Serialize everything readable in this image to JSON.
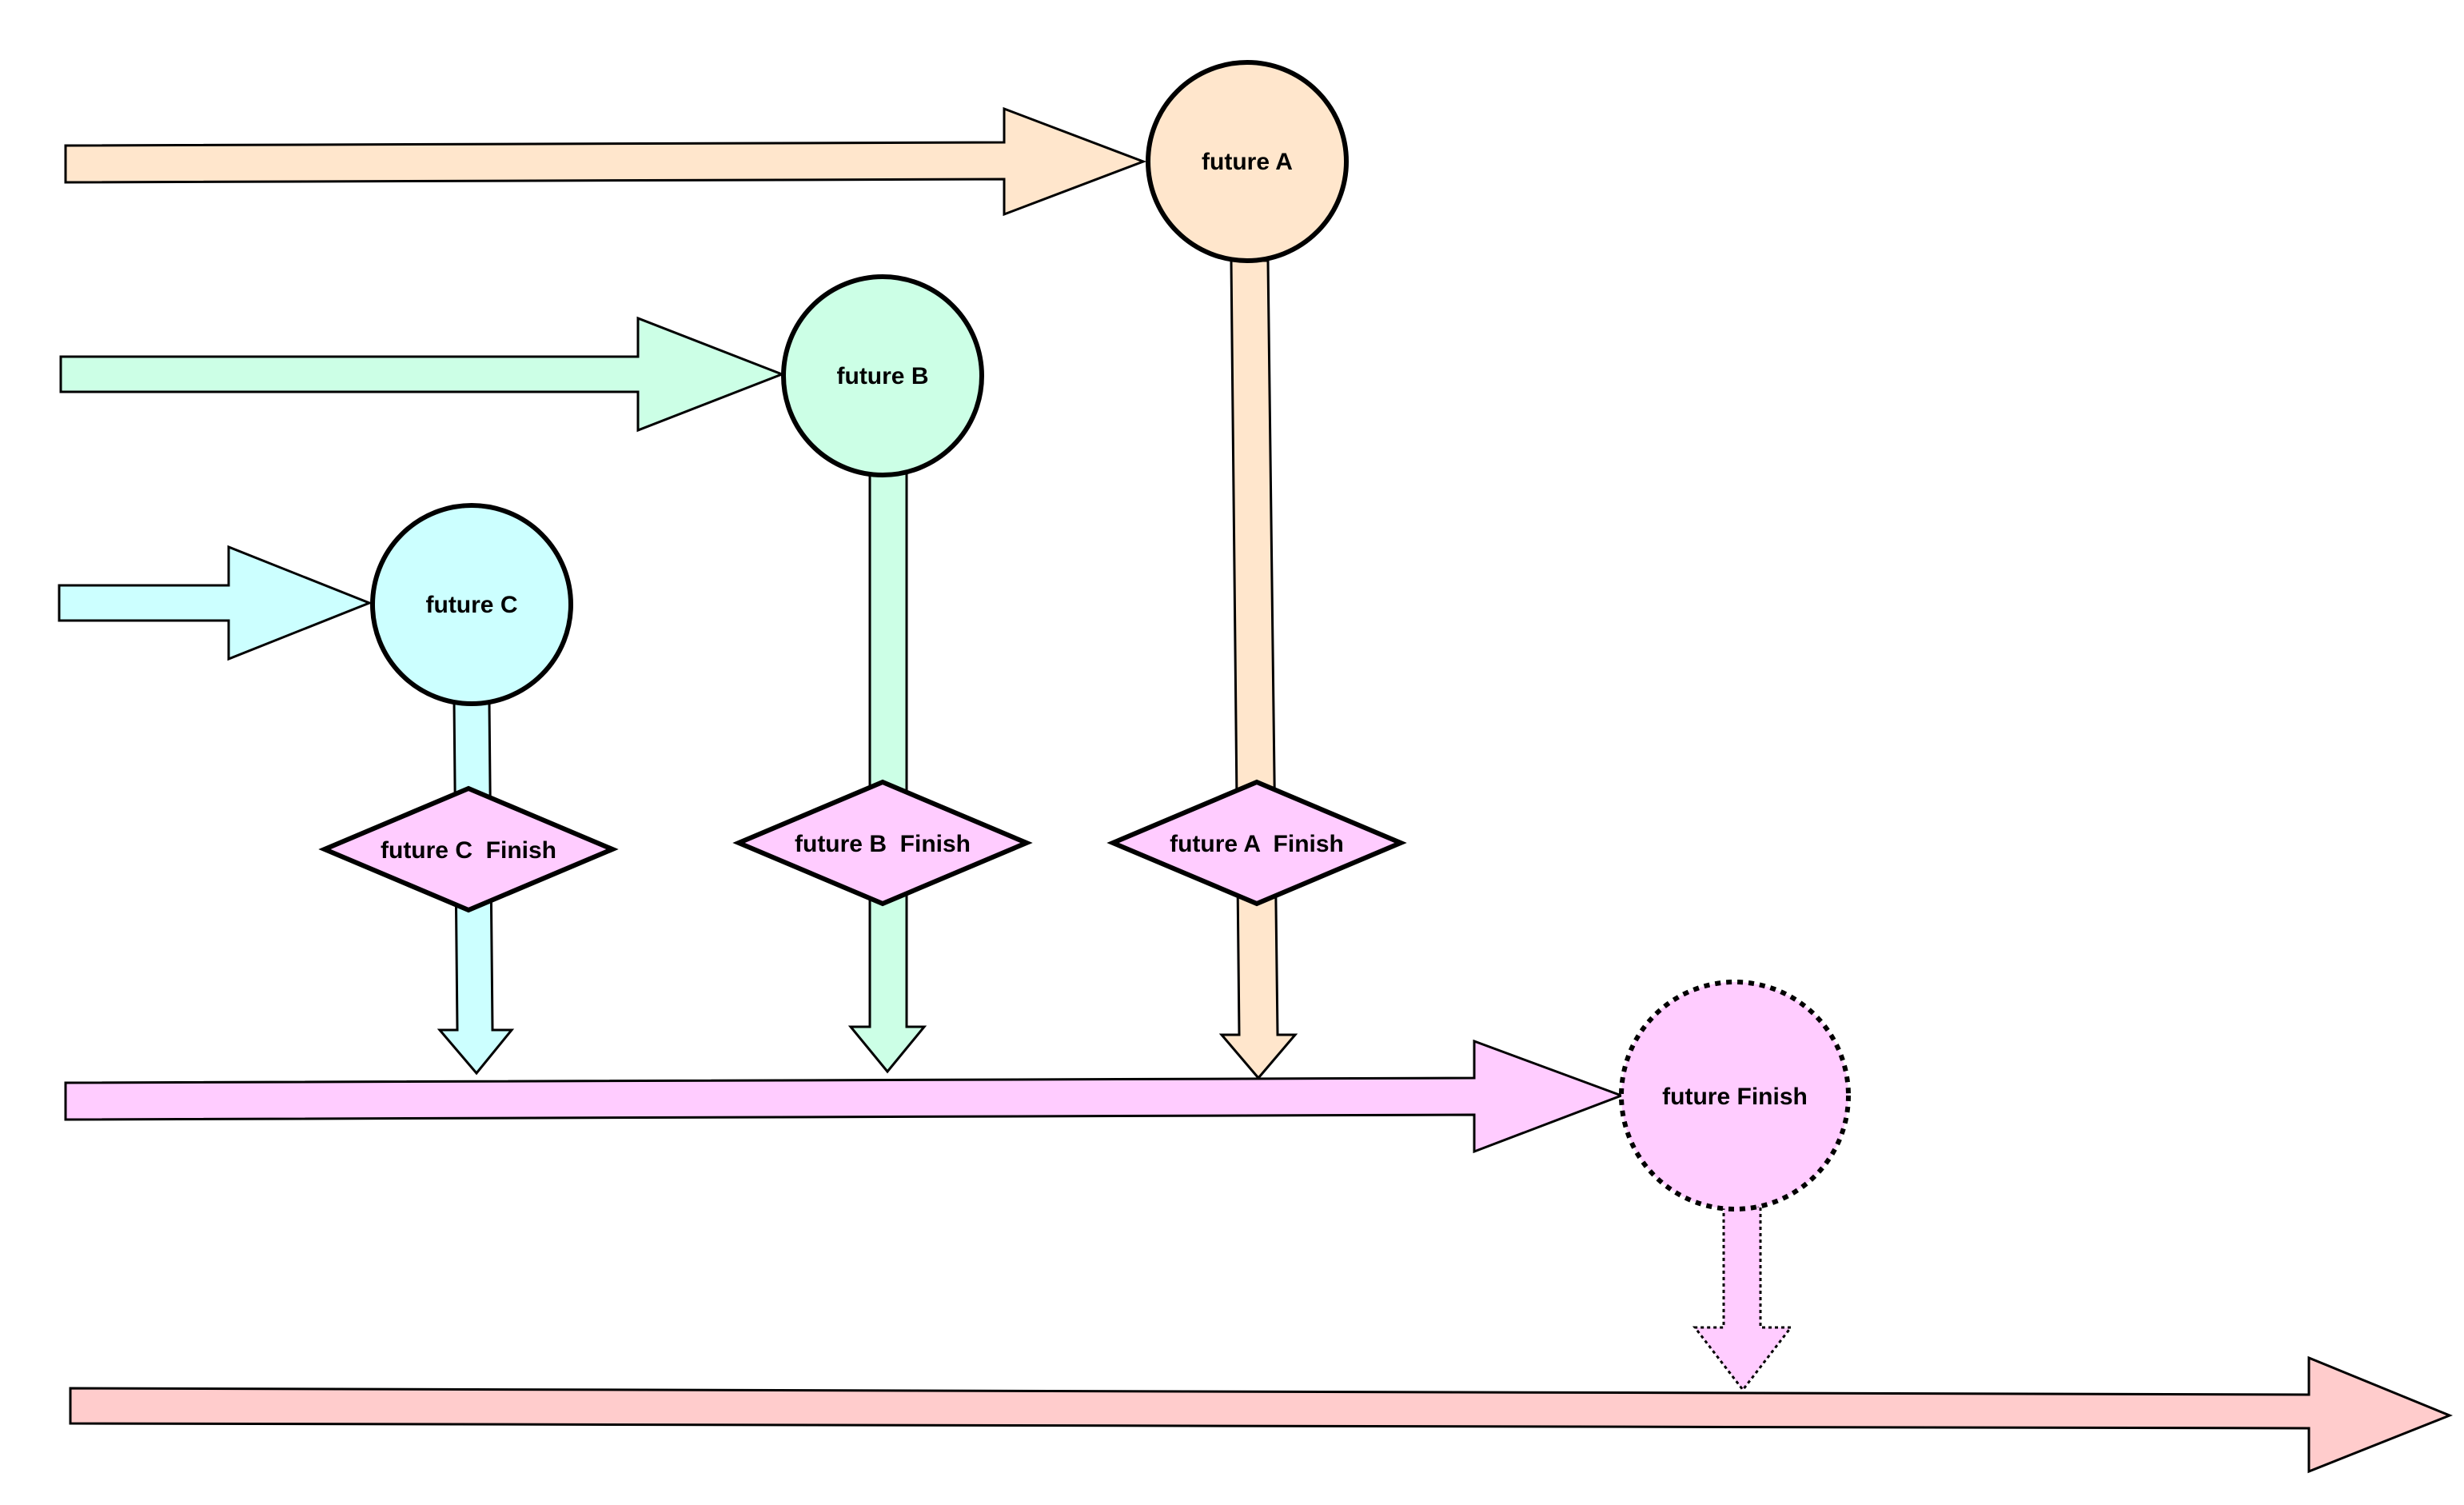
{
  "nodes": {
    "future_a": {
      "label": "future A",
      "color": "#ffe6cc"
    },
    "future_b": {
      "label": "future B",
      "color": "#ccffe6"
    },
    "future_c": {
      "label": "future C",
      "color": "#ccffff"
    },
    "future_a_finish": {
      "label": "future A  Finish",
      "color": "#ffccff"
    },
    "future_b_finish": {
      "label": "future B  Finish",
      "color": "#ffccff"
    },
    "future_c_finish": {
      "label": "future C  Finish",
      "color": "#ffccff"
    },
    "future_finish": {
      "label": "future Finish",
      "color": "#ffccff"
    }
  },
  "colors": {
    "timeline_a": "#ffe6cc",
    "timeline_b": "#ccffe6",
    "timeline_c": "#ccffff",
    "timeline_finish": "#ffccff",
    "final_timeline": "#ffcccc",
    "stroke": "#000000"
  }
}
